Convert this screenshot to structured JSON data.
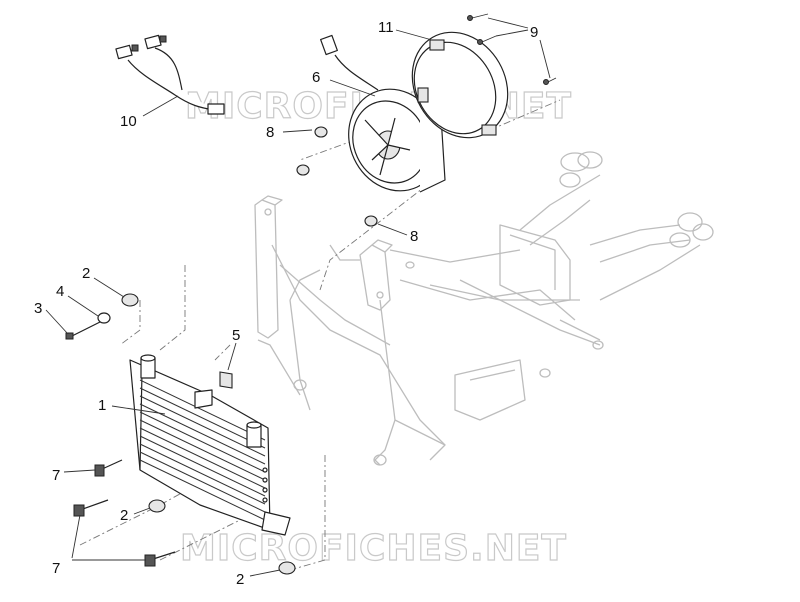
{
  "watermark": {
    "top": "MICROFICHES.NET",
    "bottom": "MICROFICHES.NET",
    "color": "#c9c9c9"
  },
  "callouts": [
    {
      "id": "11",
      "label": "11"
    },
    {
      "id": "9",
      "label": "9"
    },
    {
      "id": "6",
      "label": "6"
    },
    {
      "id": "10",
      "label": "10"
    },
    {
      "id": "8a",
      "label": "8"
    },
    {
      "id": "8b",
      "label": "8"
    },
    {
      "id": "2a",
      "label": "2"
    },
    {
      "id": "4",
      "label": "4"
    },
    {
      "id": "3",
      "label": "3"
    },
    {
      "id": "5",
      "label": "5"
    },
    {
      "id": "1",
      "label": "1"
    },
    {
      "id": "7a",
      "label": "7"
    },
    {
      "id": "2b",
      "label": "2"
    },
    {
      "id": "7b",
      "label": "7"
    },
    {
      "id": "2c",
      "label": "2"
    }
  ]
}
